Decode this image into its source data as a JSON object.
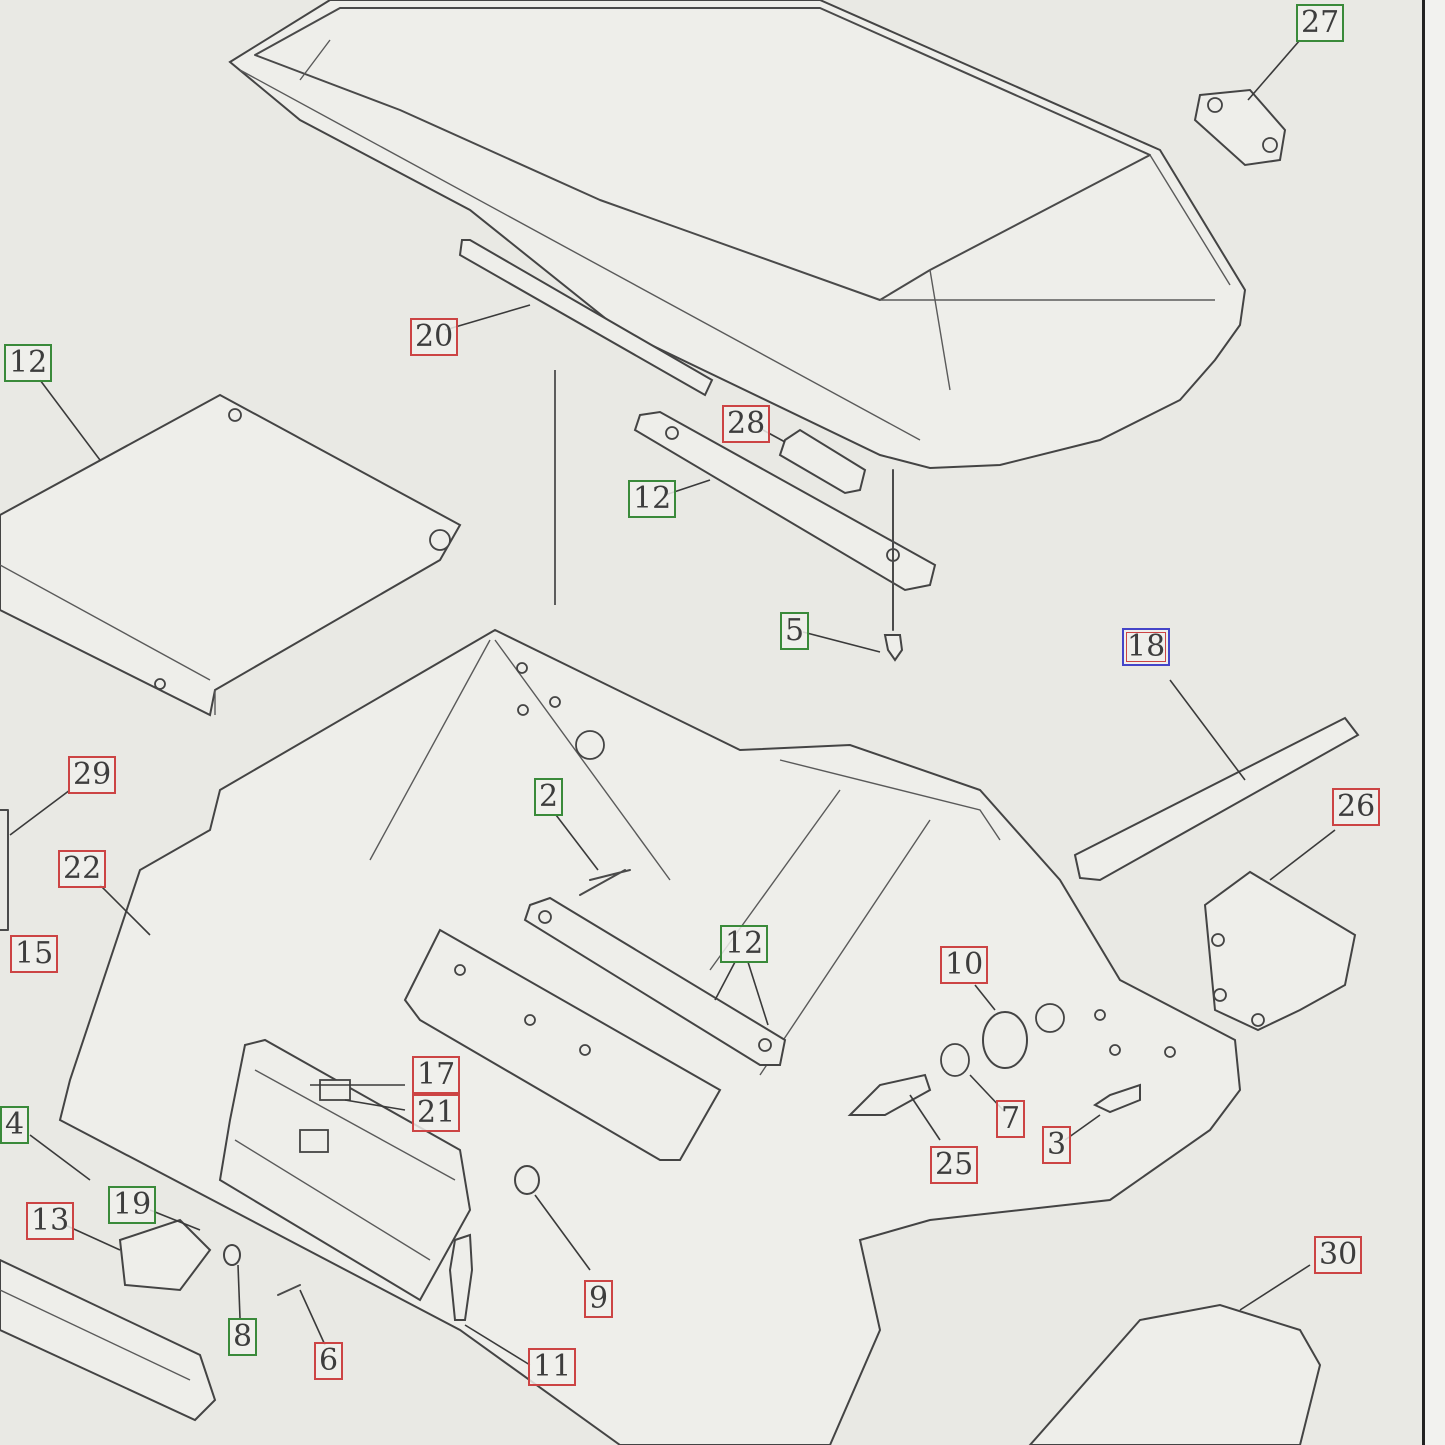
{
  "labels": [
    {
      "id": "27",
      "text": "27",
      "color": "green"
    },
    {
      "id": "20",
      "text": "20",
      "color": "red"
    },
    {
      "id": "12a",
      "text": "12",
      "color": "green"
    },
    {
      "id": "28",
      "text": "28",
      "color": "red"
    },
    {
      "id": "12b",
      "text": "12",
      "color": "green"
    },
    {
      "id": "5",
      "text": "5",
      "color": "green"
    },
    {
      "id": "18",
      "text": "18",
      "color": "blue"
    },
    {
      "id": "29",
      "text": "29",
      "color": "red"
    },
    {
      "id": "2",
      "text": "2",
      "color": "green"
    },
    {
      "id": "26",
      "text": "26",
      "color": "red"
    },
    {
      "id": "22",
      "text": "22",
      "color": "red"
    },
    {
      "id": "15",
      "text": "15",
      "color": "red"
    },
    {
      "id": "12c",
      "text": "12",
      "color": "green"
    },
    {
      "id": "10",
      "text": "10",
      "color": "red"
    },
    {
      "id": "17",
      "text": "17",
      "color": "red"
    },
    {
      "id": "21",
      "text": "21",
      "color": "red"
    },
    {
      "id": "4",
      "text": "4",
      "color": "green"
    },
    {
      "id": "7",
      "text": "7",
      "color": "red"
    },
    {
      "id": "3",
      "text": "3",
      "color": "red"
    },
    {
      "id": "25",
      "text": "25",
      "color": "red"
    },
    {
      "id": "19",
      "text": "19",
      "color": "green"
    },
    {
      "id": "13",
      "text": "13",
      "color": "red"
    },
    {
      "id": "9",
      "text": "9",
      "color": "red"
    },
    {
      "id": "30",
      "text": "30",
      "color": "red"
    },
    {
      "id": "8",
      "text": "8",
      "color": "green"
    },
    {
      "id": "6",
      "text": "6",
      "color": "red"
    },
    {
      "id": "11",
      "text": "11",
      "color": "red"
    }
  ],
  "colors": {
    "background": "#e9e9e4",
    "line": "#4a4a4a",
    "label_red": "#cc4444",
    "label_green": "#3a8a3a",
    "label_blue": "#4545c8"
  }
}
